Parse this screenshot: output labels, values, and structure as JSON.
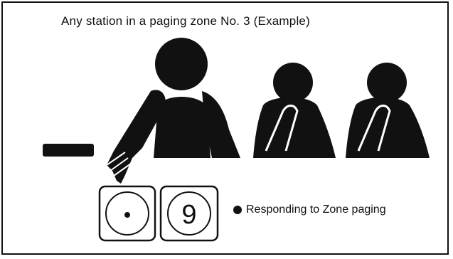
{
  "caption": "Any station in a paging zone No. 3 (Example)",
  "legend": {
    "label": "Responding to Zone paging",
    "icon": "filled-circle-icon"
  },
  "keys": {
    "left": {
      "symbol": "•",
      "icon": "dot-key-icon"
    },
    "right": {
      "symbol": "9",
      "icon": "digit-9-key-icon"
    }
  },
  "colors": {
    "ink": "#111111",
    "background": "#ffffff"
  }
}
